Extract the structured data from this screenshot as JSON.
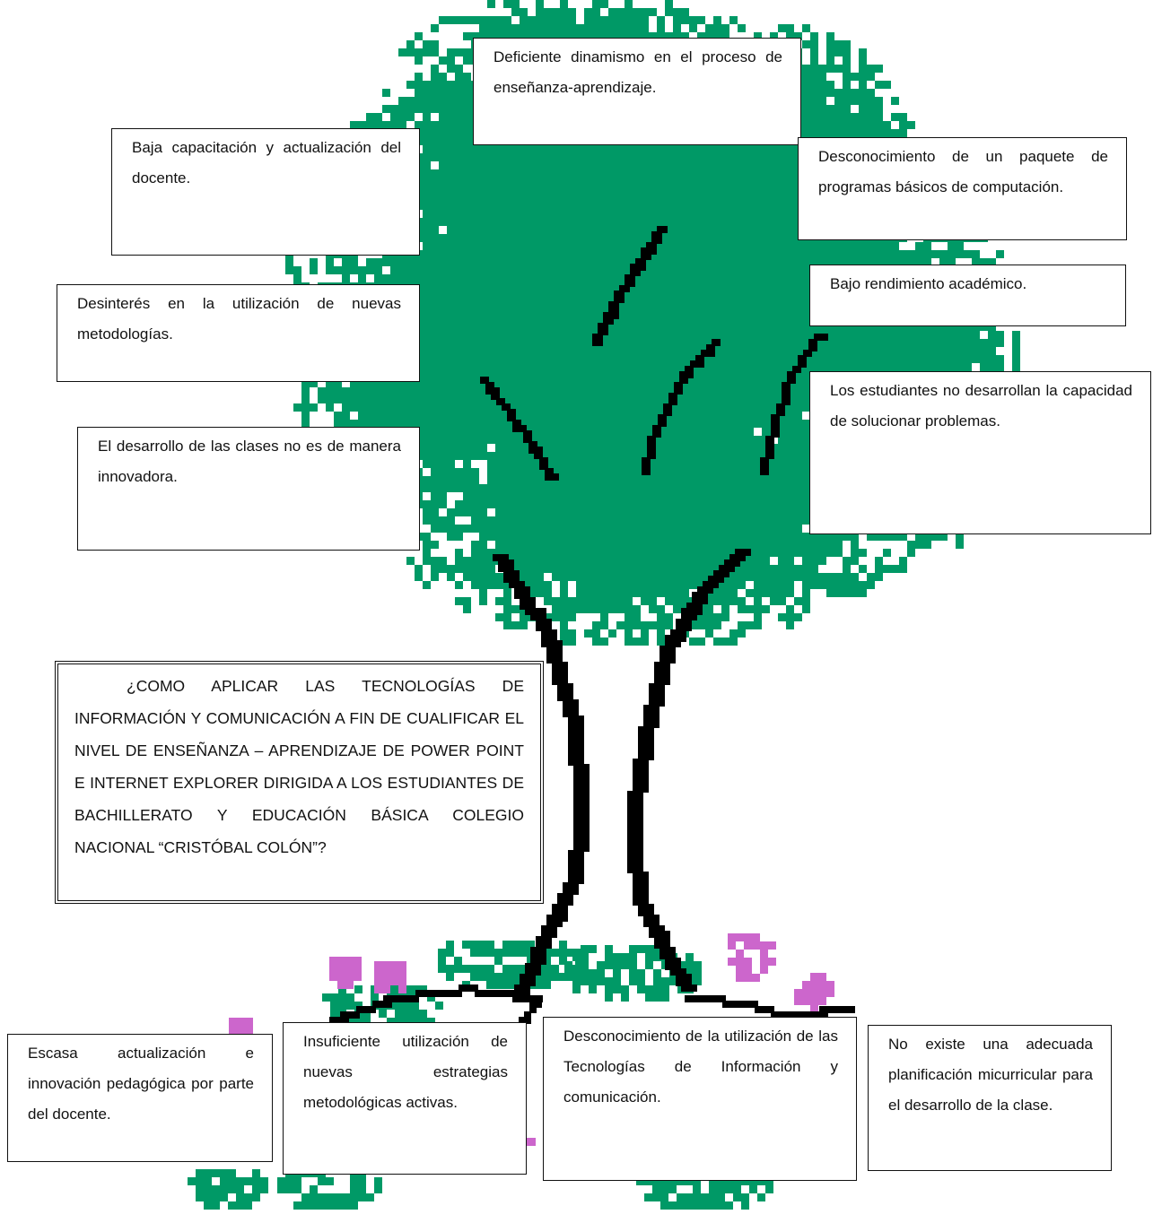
{
  "title": "¿COMO APLICAR LAS TECNOLOGÍAS DE INFORMACIÓN Y COMUNICACIÓN A FIN DE CUALIFICAR EL NIVEL DE ENSEÑANZA – APRENDIZAJE DE POWER POINT E INTERNET EXPLORER DIRIGIDA A LOS ESTUDIANTES  DE BACHILLERATO Y EDUCACIÓN BÁSICA COLEGIO NACIONAL “CRISTÓBAL COLÓN”?",
  "effects": [
    "Deficiente dinamismo en el proceso de enseñanza-aprendizaje.",
    "Baja capacitación y actualización del docente.",
    "Desconocimiento de un paquete de programas básicos de computación.",
    "Bajo rendimiento académico.",
    "Desinterés en la utilización de nuevas metodologías.",
    "Los estudiantes no desarrollan la capacidad de solucionar problemas.",
    "El desarrollo de las clases no es de manera innovadora."
  ],
  "causes": [
    "Escasa actualización e innovación pedagógica por parte del docente.",
    "Insuficiente utilización de nuevas estrategias metodológicas activas.",
    "Desconocimiento de la utilización de las Tecnologías de Información y comunicación.",
    "No existe una adecuada planificación micurricular para el desarrollo de la clase."
  ],
  "colors": {
    "foliage": "#009966",
    "trunk": "#000000",
    "flowers": "#cc66cc",
    "border": "#111111"
  }
}
